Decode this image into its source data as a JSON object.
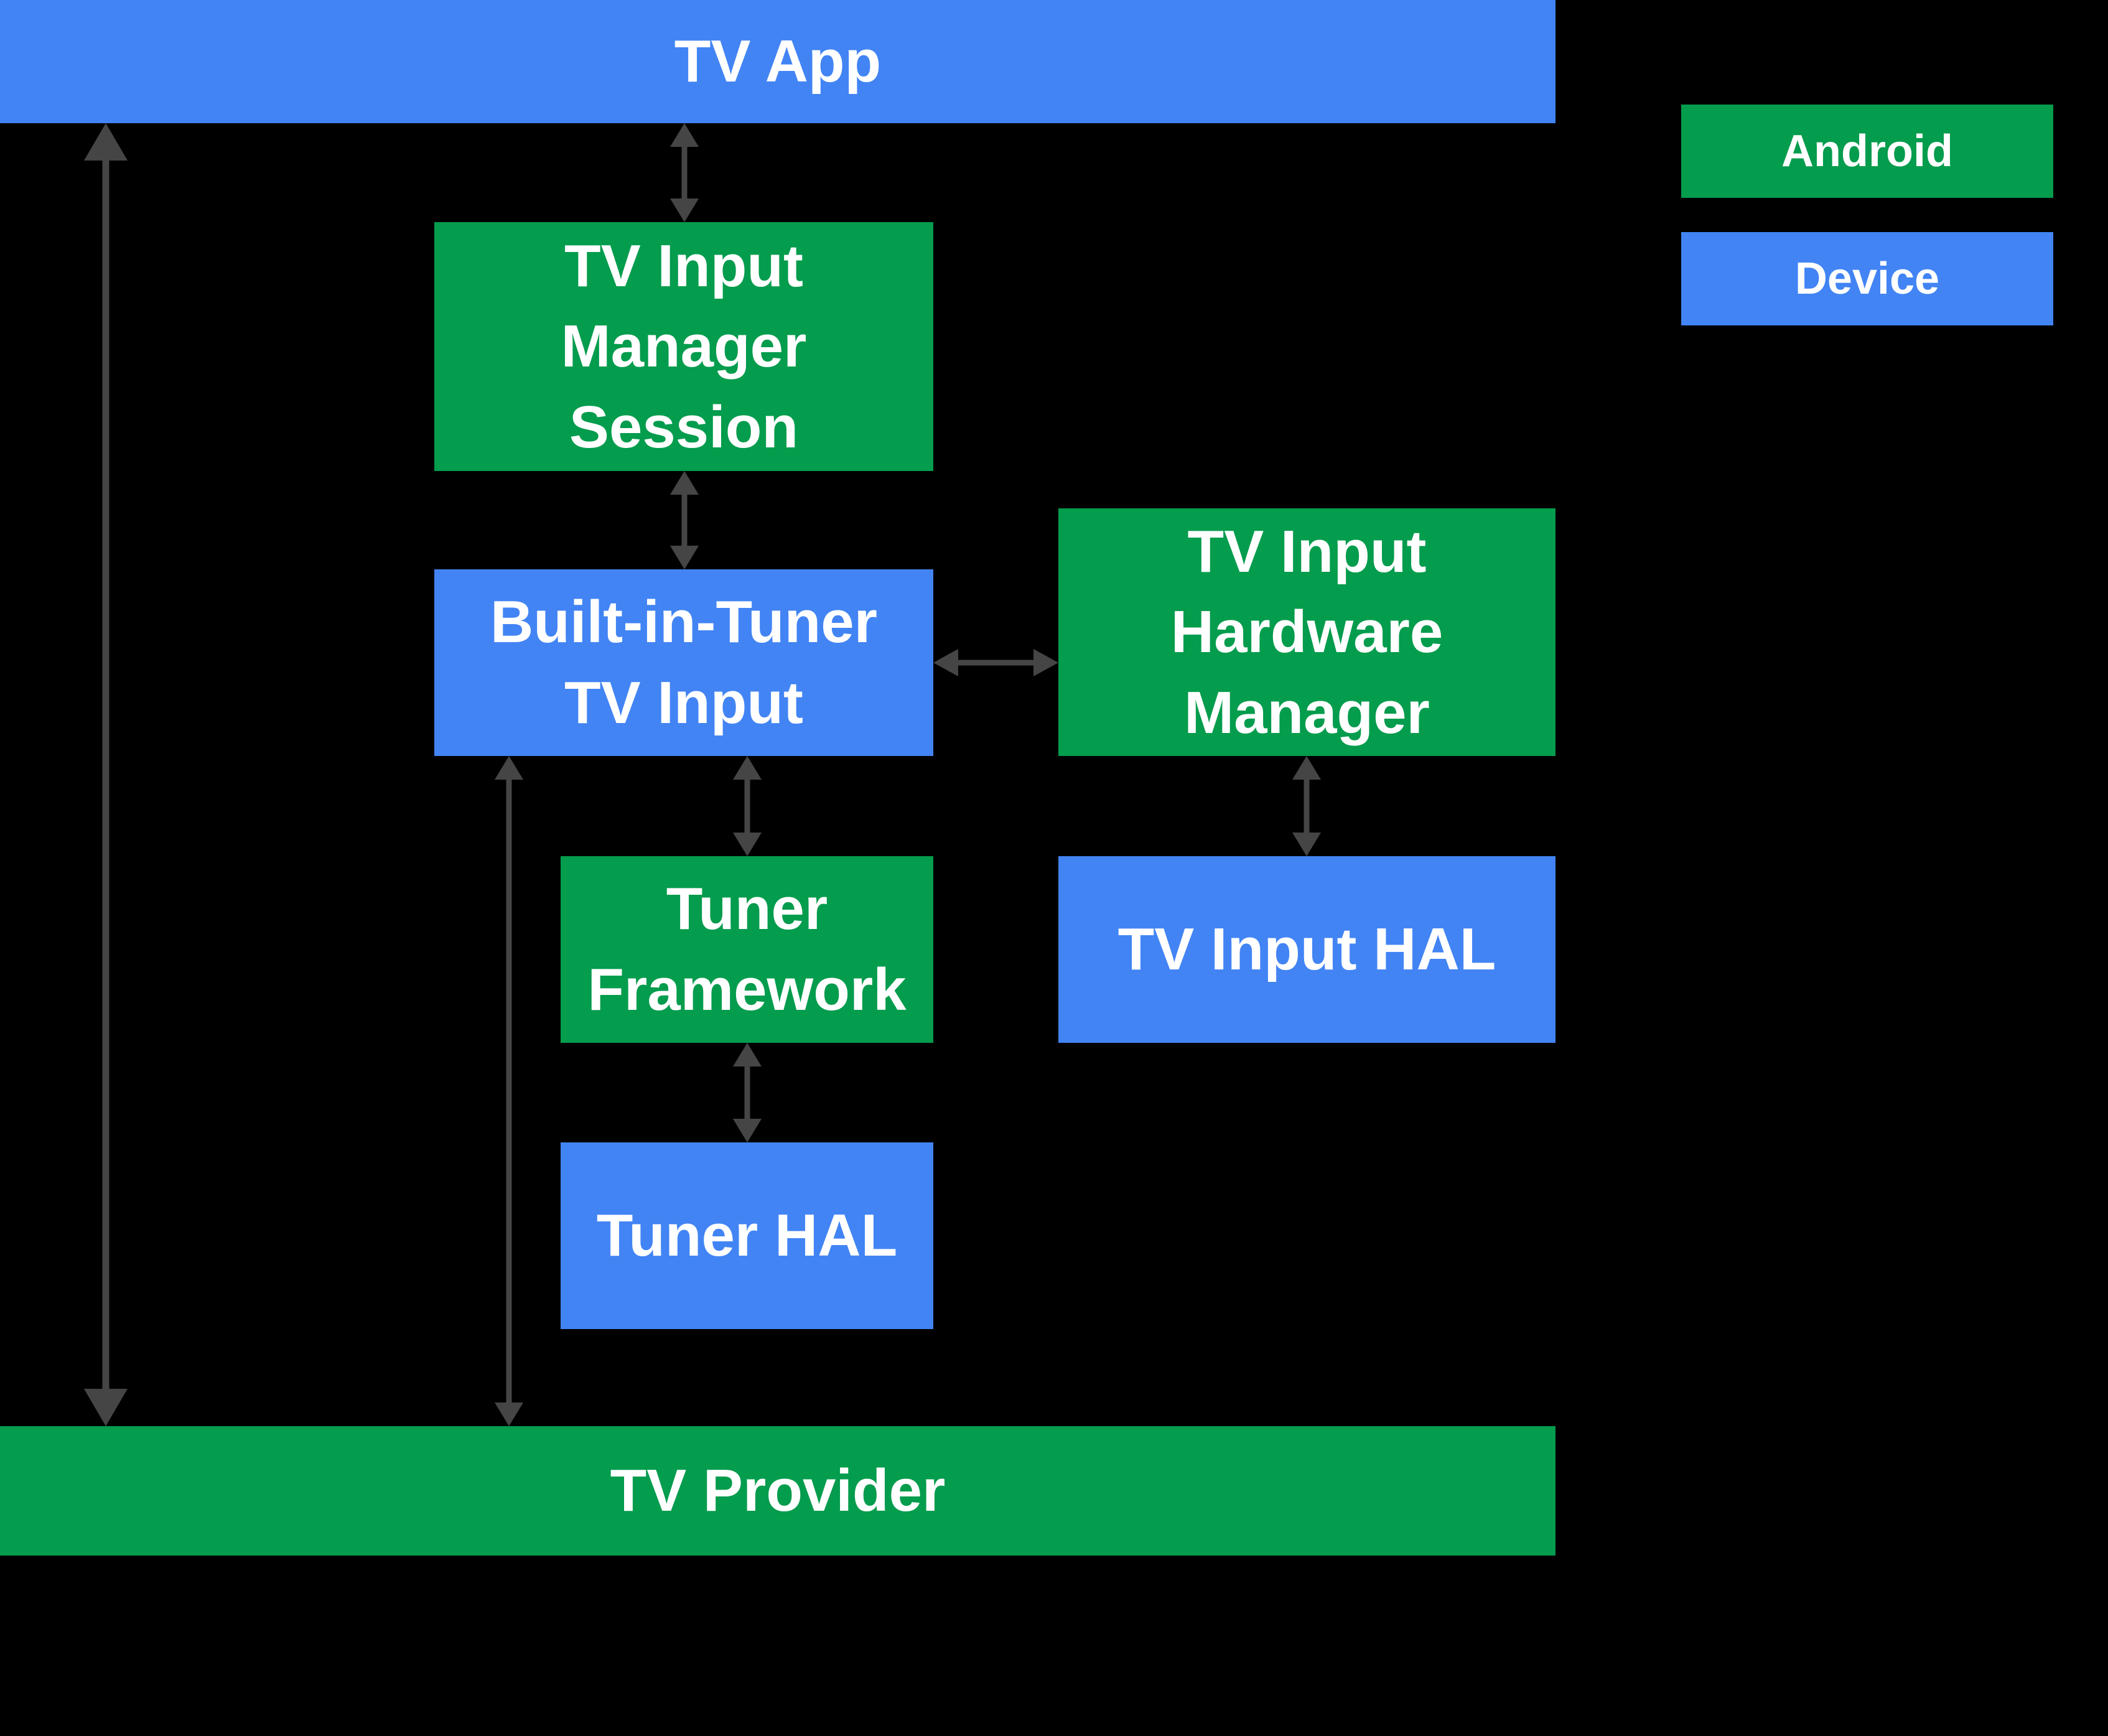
{
  "colors": {
    "android_green": "#049C4D",
    "device_blue": "#4284F4",
    "arrow_gray": "#454545",
    "label_text": "#FFFFFF",
    "background": "#000000"
  },
  "nodes": {
    "tv_app": {
      "label": "TV App",
      "layer": "device"
    },
    "tv_input_manager_session": {
      "label": "TV Input\nManager\nSession",
      "layer": "android"
    },
    "built_in_tuner_tv_input": {
      "label": "Built-in-Tuner\nTV Input",
      "layer": "device"
    },
    "tv_input_hardware_manager": {
      "label": "TV Input\nHardware\nManager",
      "layer": "android"
    },
    "tuner_framework": {
      "label": "Tuner\nFramework",
      "layer": "android"
    },
    "tv_input_hal": {
      "label": "TV Input HAL",
      "layer": "device"
    },
    "tuner_hal": {
      "label": "Tuner HAL",
      "layer": "device"
    },
    "tv_provider": {
      "label": "TV Provider",
      "layer": "android"
    }
  },
  "legend": {
    "android_label": "Android",
    "device_label": "Device"
  }
}
